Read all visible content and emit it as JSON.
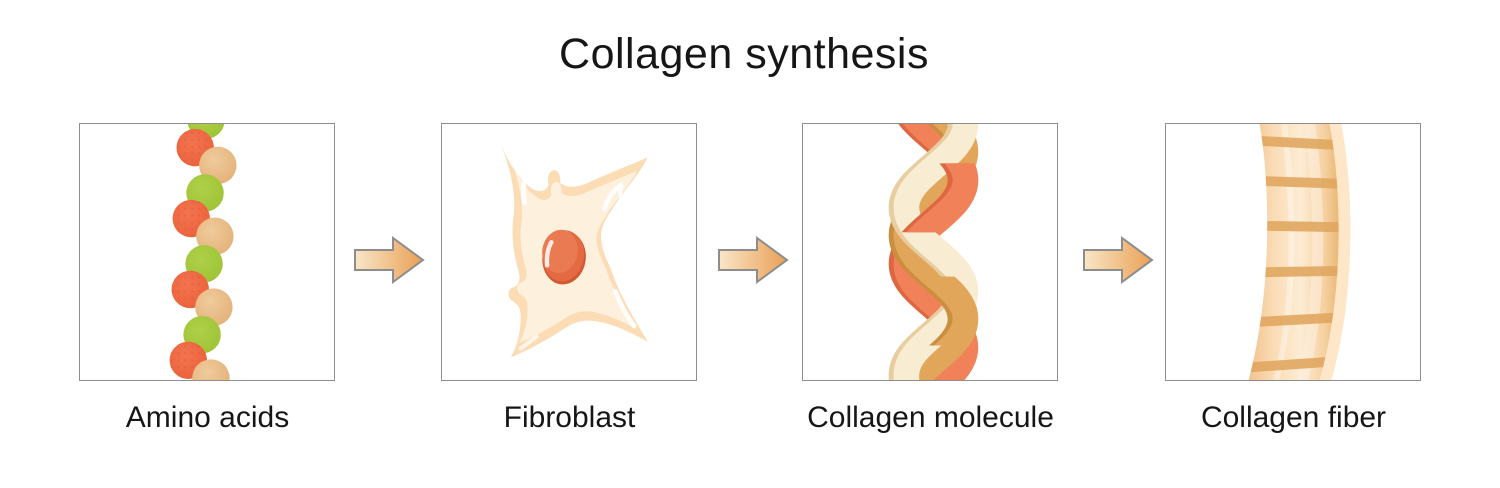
{
  "title": "Collagen synthesis",
  "steps": [
    {
      "label": "Amino acids",
      "icon": "amino-acid-chain-illustration"
    },
    {
      "label": "Fibroblast",
      "icon": "fibroblast-cell-illustration"
    },
    {
      "label": "Collagen molecule",
      "icon": "collagen-triple-helix-illustration"
    },
    {
      "label": "Collagen fiber",
      "icon": "collagen-fiber-illustration"
    }
  ],
  "arrows": {
    "count": 3,
    "direction": "right"
  },
  "palette": {
    "amino_red": "#ef6a44",
    "amino_tan": "#e9bd88",
    "amino_green": "#a5cb3c",
    "cell_body": "#fbdcb4",
    "cell_inner": "#fdf0dd",
    "nucleus": "#e0653c",
    "helix_salmon": "#f08158",
    "helix_gold": "#e2a65b",
    "helix_cream": "#f8ecd3",
    "fiber_band": "#fbdcb4",
    "fiber_stripe": "#e0a55e",
    "arrow_gradient_light": "#f9e6c8",
    "arrow_gradient_dark": "#e9a055",
    "panel_border": "#8e8e8e"
  }
}
